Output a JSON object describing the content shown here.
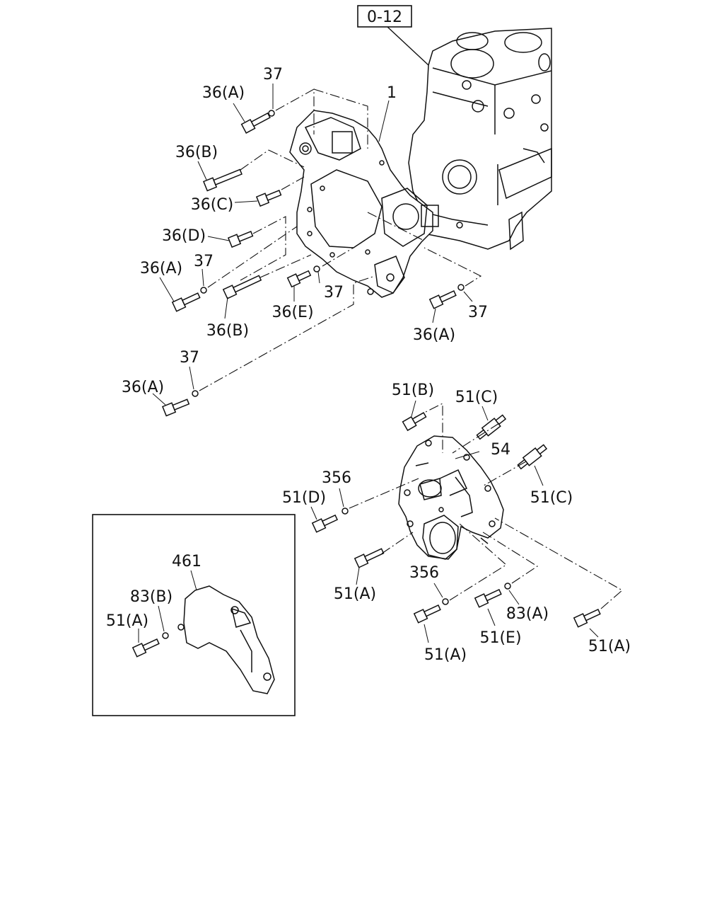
{
  "ref_box": "0-12",
  "labels": {
    "l1": "1",
    "l36a_1": "36(A)",
    "l37_1": "37",
    "l36b_1": "36(B)",
    "l36c": "36(C)",
    "l36d": "36(D)",
    "l36a_2": "36(A)",
    "l37_2": "37",
    "l37_3": "37",
    "l36e": "36(E)",
    "l36b_2": "36(B)",
    "l37_4": "37",
    "l36a_3": "36(A)",
    "l37_5": "37",
    "l36a_4": "36(A)",
    "l51b": "51(B)",
    "l51c_1": "51(C)",
    "l54": "54",
    "l356_1": "356",
    "l51d": "51(D)",
    "l51c_2": "51(C)",
    "l51a_1": "51(A)",
    "l356_2": "356",
    "l83a": "83(A)",
    "l51a_2": "51(A)",
    "l51e": "51(E)",
    "l51a_3": "51(A)",
    "l461": "461",
    "l83b": "83(B)",
    "l51a_4": "51(A)"
  }
}
